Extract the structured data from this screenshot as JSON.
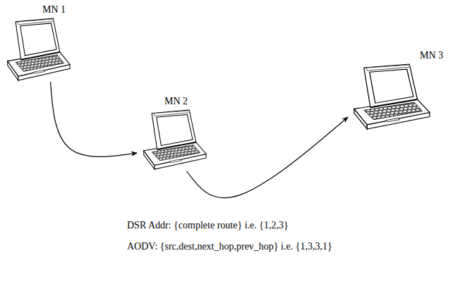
{
  "diagram": {
    "nodes": [
      {
        "text": [
          "MN 1"
        ]
      },
      {
        "text": [
          "MN 2"
        ]
      },
      {
        "text": [
          "MN 3"
        ]
      }
    ],
    "edges": [
      {
        "from": 0,
        "to": 1,
        "arrow": "to"
      },
      {
        "from": 1,
        "to": 2,
        "arrow": "to"
      }
    ],
    "labels": [
      "DSR Addr: {complete route} i.e. {1,2,3}",
      "AODV: {src,dest,next_hop,prev_hop} i.e. {1,3,3,1}"
    ]
  }
}
